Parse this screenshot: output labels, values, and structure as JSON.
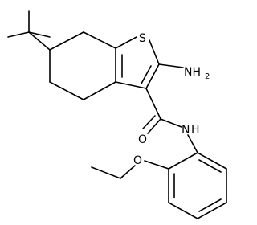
{
  "molecule": {
    "atoms": {
      "sulfur": "S",
      "amino_main": "NH",
      "amino_sub": "2",
      "amide_nitrogen": "N",
      "amide_hydrogen": "H",
      "carbonyl_oxygen": "O",
      "ether_oxygen": "O"
    },
    "colors": {
      "bond": "#000000",
      "label": "#000000",
      "background": "#ffffff"
    }
  }
}
